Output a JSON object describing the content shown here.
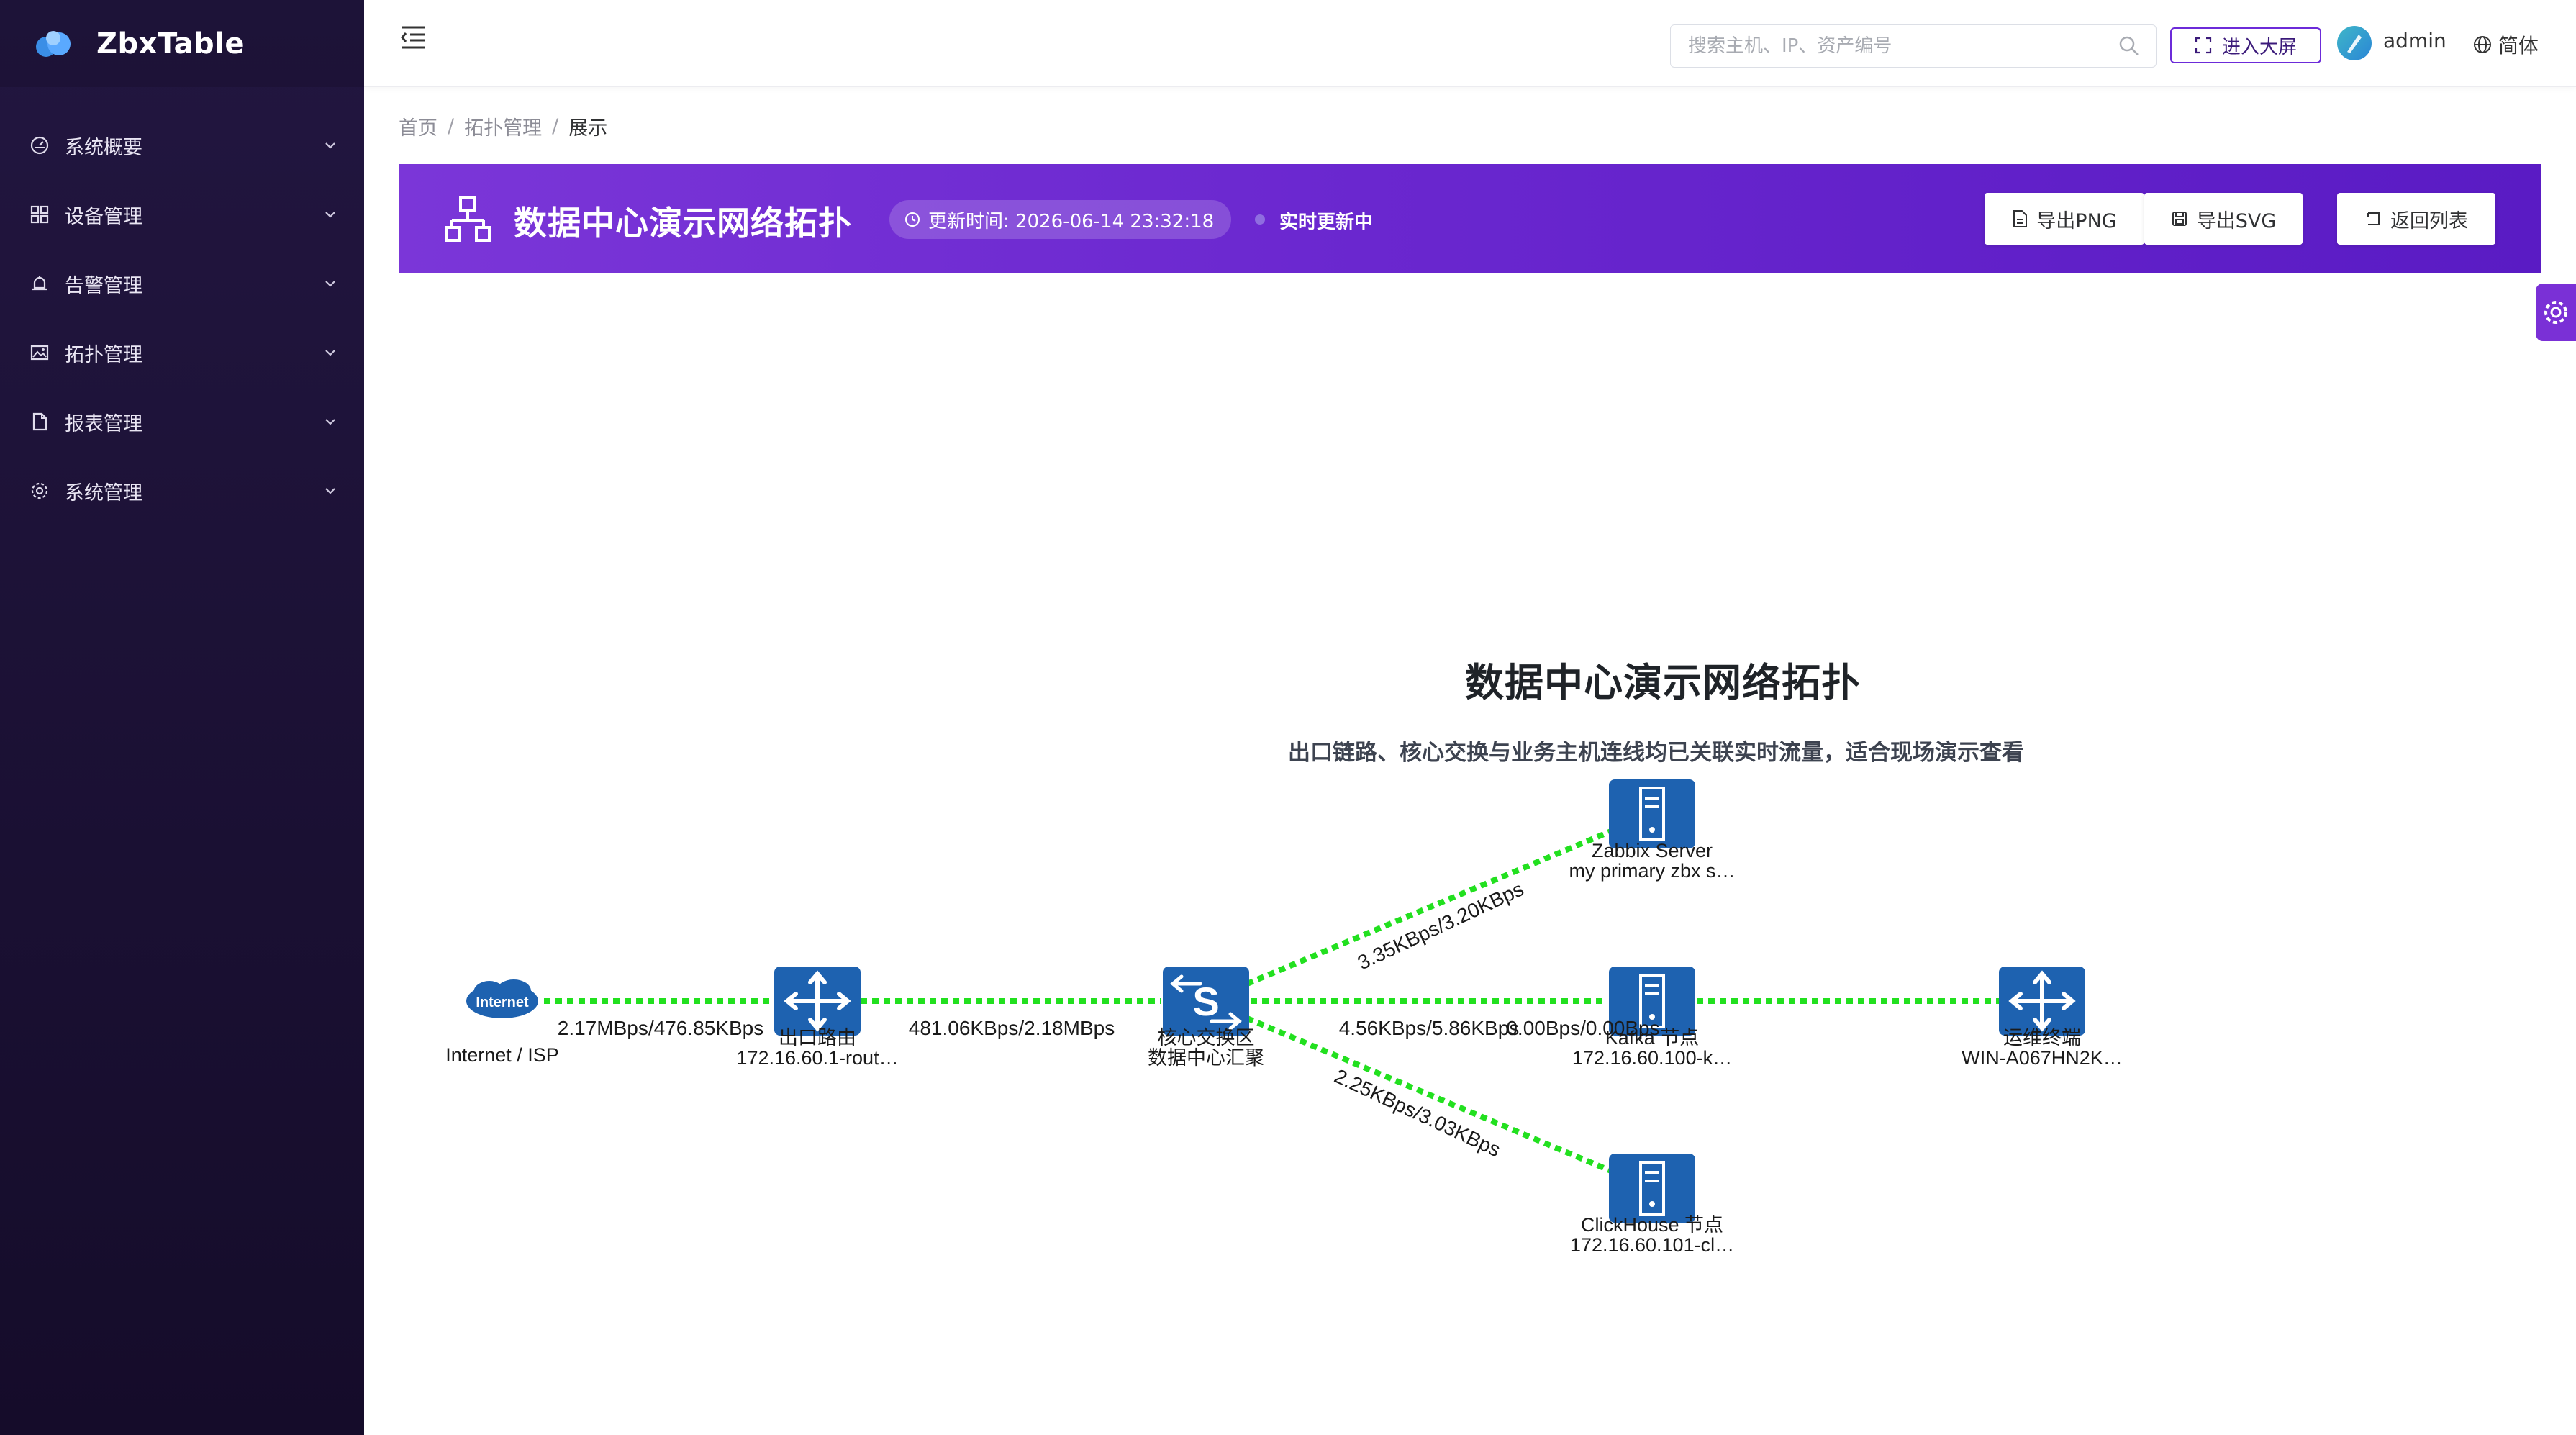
{
  "app": {
    "name": "ZbxTable"
  },
  "sidebar": {
    "items": [
      {
        "label": "系统概要",
        "icon": "dashboard-icon"
      },
      {
        "label": "设备管理",
        "icon": "grid-icon"
      },
      {
        "label": "告警管理",
        "icon": "bell-icon"
      },
      {
        "label": "拓扑管理",
        "icon": "image-icon"
      },
      {
        "label": "报表管理",
        "icon": "document-icon"
      },
      {
        "label": "系统管理",
        "icon": "gear-icon"
      }
    ]
  },
  "header": {
    "search_placeholder": "搜索主机、IP、资产编号",
    "bigscreen_label": "进入大屏",
    "user_name": "admin",
    "language": "简体"
  },
  "breadcrumb": {
    "home": "首页",
    "section": "拓扑管理",
    "current": "展示"
  },
  "banner": {
    "title": "数据中心演示网络拓扑",
    "update_time": "更新时间: 2026-06-14 23:32:18",
    "live_status": "实时更新中",
    "export_png": "导出PNG",
    "export_svg": "导出SVG",
    "back": "返回列表"
  },
  "topology": {
    "title": "数据中心演示网络拓扑",
    "subtitle": "出口链路、核心交换与业务主机连线均已关联实时流量，适合现场演示查看",
    "link_color": "#22e01f",
    "node_color": "#1e62b0",
    "nodes": [
      {
        "id": "internet",
        "type": "cloud",
        "cloud_text": "Internet",
        "name": "Internet / ISP",
        "sub": ""
      },
      {
        "id": "router",
        "type": "router",
        "name": "出口路由",
        "sub": "172.16.60.1-rout…"
      },
      {
        "id": "core",
        "type": "switch",
        "switch_text": "S",
        "name": "核心交换区",
        "sub": "数据中心汇聚"
      },
      {
        "id": "zabbix",
        "type": "server",
        "name": "Zabbix Server",
        "sub": "my primary zbx s…"
      },
      {
        "id": "kafka",
        "type": "server",
        "name": "Kafka 节点",
        "sub": "172.16.60.100-k…"
      },
      {
        "id": "clickhouse",
        "type": "server",
        "name": "ClickHouse 节点",
        "sub": "172.16.60.101-cl…"
      },
      {
        "id": "ops",
        "type": "router",
        "name": "运维终端",
        "sub": "WIN-A067HN2K…"
      }
    ],
    "links": [
      {
        "from": "internet",
        "to": "router",
        "label": "2.17MBps/476.85KBps"
      },
      {
        "from": "router",
        "to": "core",
        "label": "481.06KBps/2.18MBps"
      },
      {
        "from": "core",
        "to": "zabbix",
        "label": "3.35KBps/3.20KBps"
      },
      {
        "from": "core",
        "to": "kafka",
        "label": "4.56KBps/5.86KBps"
      },
      {
        "from": "core",
        "to": "clickhouse",
        "label": "2.25KBps/3.03KBps"
      },
      {
        "from": "kafka",
        "to": "ops",
        "label": "0.00Bps/0.00Bps"
      }
    ]
  }
}
